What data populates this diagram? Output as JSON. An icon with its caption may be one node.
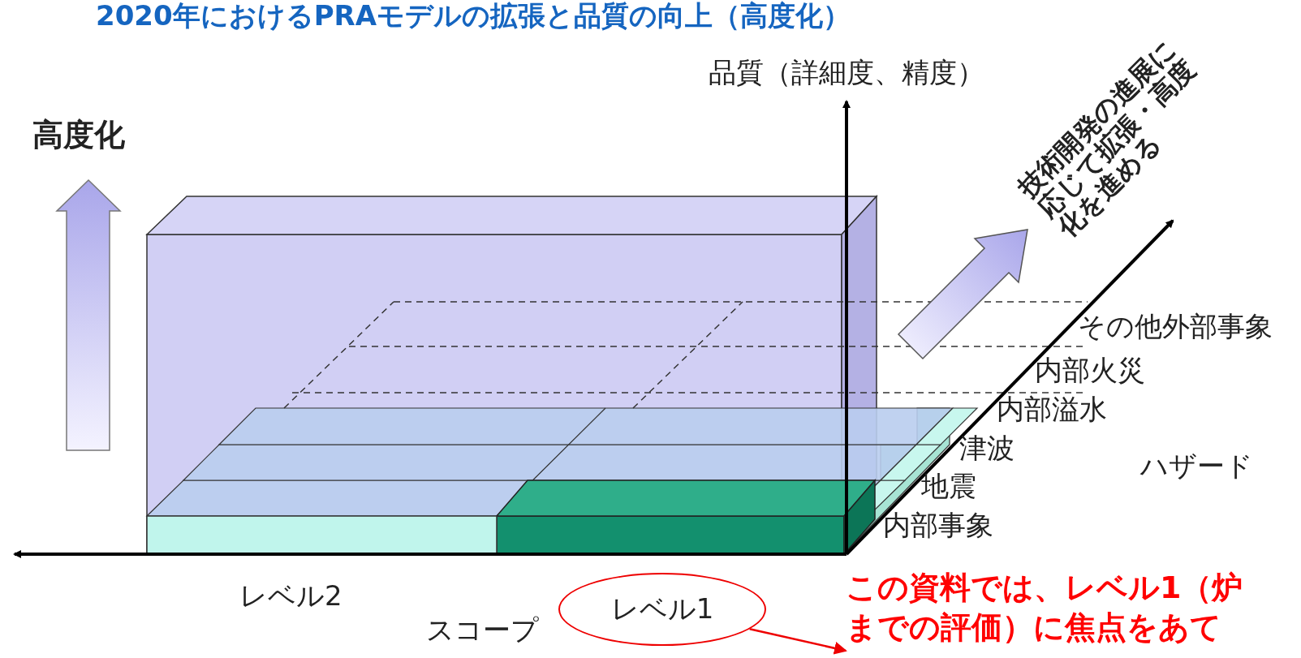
{
  "diagram": {
    "title": "2020年におけるPRAモデルの拡張と品質の向上（高度化）",
    "nodes": [
      {
        "text": [
          "レベル1"
        ]
      },
      {
        "text": [
          "この資料では、レベル1（炉",
          "までの評価）に焦点をあて"
        ]
      }
    ],
    "edges": [
      {
        "from": 0,
        "to": 1,
        "arrow": "to"
      }
    ],
    "labels": [
      "品質（詳細度、精度）",
      "高度化",
      "技術開発の進展に応じて拡張・高度化を進める",
      "その他外部事象",
      "内部火災",
      "内部溢水",
      "津波",
      "ハザード",
      "地震",
      "内部事象",
      "レベル2",
      "スコープ"
    ]
  }
}
